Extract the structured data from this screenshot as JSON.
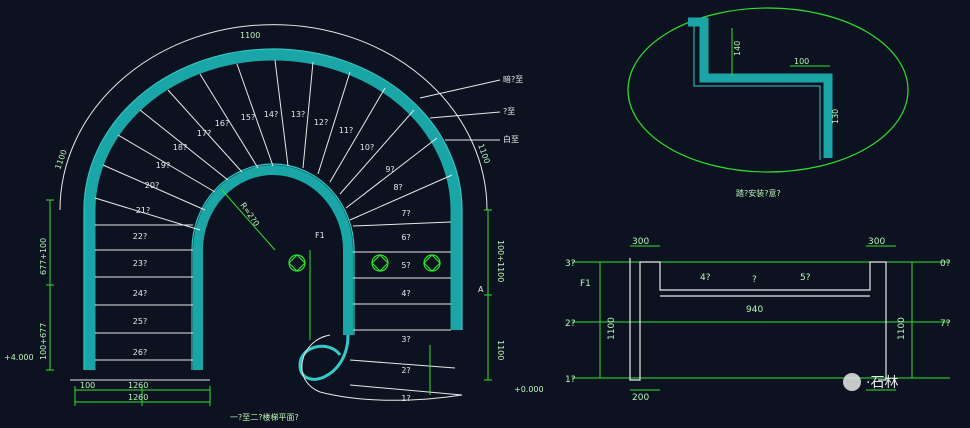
{
  "colors": {
    "background": "#0c1220",
    "line": "#e8e8e8",
    "dim": "#2fe02f",
    "cyan": "#33c9c9",
    "teal": "#1aa6a6",
    "dim_text": "#b9f5b9"
  },
  "plan": {
    "title": "一?至二?楼梯平面?",
    "step_numbers": [
      "1?",
      "2?",
      "3?",
      "4?",
      "5?",
      "6?",
      "7?",
      "8?",
      "9?",
      "10?",
      "11?",
      "12?",
      "13?",
      "14?",
      "15?",
      "16?",
      "17?",
      "18?",
      "19?",
      "20?",
      "21?",
      "22?",
      "23?",
      "24?",
      "25?",
      "26?"
    ],
    "left_dims": [
      "677+100",
      "100+677"
    ],
    "right_dims": [
      "100+1100",
      "1100"
    ],
    "level_left": "+4.000",
    "level_right": "+0.000",
    "bottom_dims": [
      "100",
      "1260",
      "1260"
    ],
    "radius_label": "R=2?0",
    "labels": {
      "top": "F1",
      "a": "A",
      "grey": "暗?至",
      "mid": "?至",
      "white": "白至"
    },
    "arc_dims": [
      "1100",
      "1100",
      "1100"
    ]
  },
  "detail": {
    "title": "踏?安装?意?",
    "dim_1": "140",
    "dim_2": "100",
    "dim_3": "130"
  },
  "section": {
    "axis_left": [
      "3?",
      "2?",
      "1?"
    ],
    "axis_right": [
      "0?",
      "7?"
    ],
    "labels": [
      "4?",
      "5?",
      "?",
      "F1"
    ],
    "dim_mid": "940",
    "dim_side": "1100",
    "dim_top": "300",
    "dim_bottom": "200"
  },
  "watermark": {
    "text": "·石林"
  }
}
